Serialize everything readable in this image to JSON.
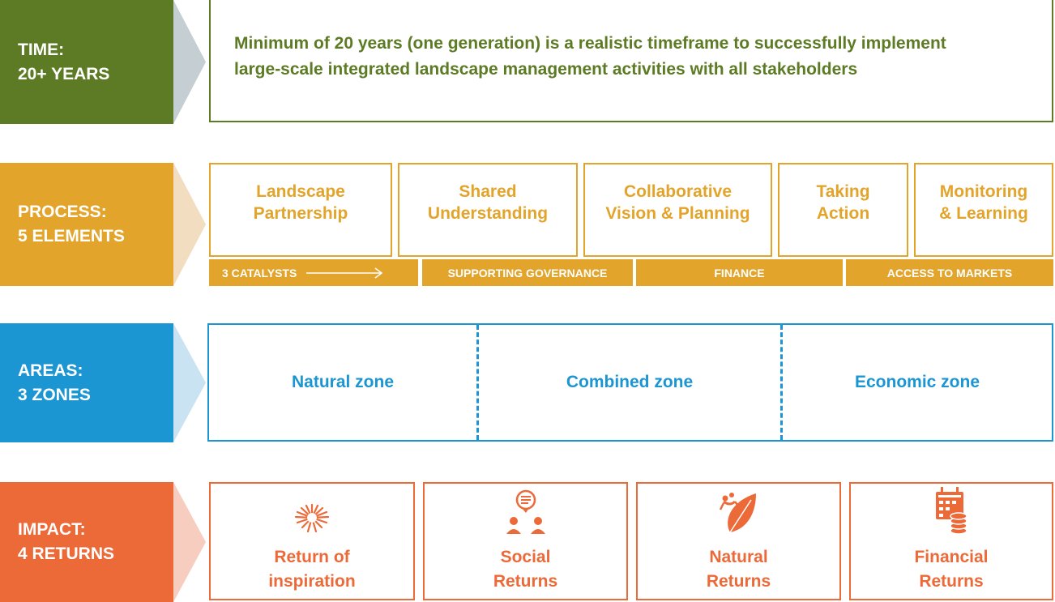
{
  "colors": {
    "time": "#5d7b25",
    "process": "#e3a42b",
    "areas": "#1b96d2",
    "impact": "#ec6938"
  },
  "time": {
    "label_line1": "TIME:",
    "label_line2": "20+ YEARS",
    "description_line1": "Minimum of 20 years (one generation) is a realistic timeframe to successfully implement",
    "description_line2": "large-scale integrated landscape management activities with all stakeholders"
  },
  "process": {
    "label_line1": "PROCESS:",
    "label_line2": "5 ELEMENTS",
    "elements": [
      {
        "line1": "Landscape",
        "line2": "Partnership"
      },
      {
        "line1": "Shared",
        "line2": "Understanding"
      },
      {
        "line1": "Collaborative",
        "line2": "Vision & Planning"
      },
      {
        "line1": "Taking",
        "line2": "Action"
      },
      {
        "line1": "Monitoring",
        "line2": "& Learning"
      }
    ],
    "catalysts": [
      "3 CATALYSTS",
      "SUPPORTING GOVERNANCE",
      "FINANCE",
      "ACCESS TO MARKETS"
    ]
  },
  "areas": {
    "label_line1": "AREAS:",
    "label_line2": "3 ZONES",
    "zones": [
      "Natural zone",
      "Combined zone",
      "Economic zone"
    ]
  },
  "impact": {
    "label_line1": "IMPACT:",
    "label_line2": "4 RETURNS",
    "returns": [
      {
        "line1": "Return of",
        "line2": "inspiration",
        "icon": "sunburst-heart-icon"
      },
      {
        "line1": "Social",
        "line2": "Returns",
        "icon": "people-speech-icon"
      },
      {
        "line1": "Natural",
        "line2": "Returns",
        "icon": "frog-leaf-icon"
      },
      {
        "line1": "Financial",
        "line2": "Returns",
        "icon": "calendar-coins-icon"
      }
    ]
  }
}
